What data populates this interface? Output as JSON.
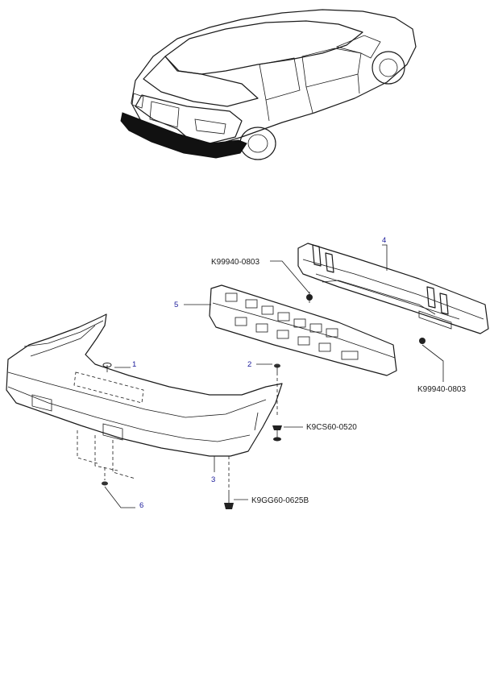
{
  "callouts": {
    "c1": "1",
    "c2": "2",
    "c3": "3",
    "c4": "4",
    "c5": "5",
    "c6": "6"
  },
  "part_numbers": {
    "nut_top": "K99940-0803",
    "nut_bottom": "K99940-0803",
    "screw": "K9CS60-0520",
    "bolt": "K9GG60-0625B"
  }
}
